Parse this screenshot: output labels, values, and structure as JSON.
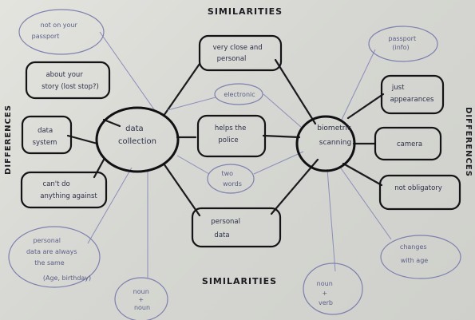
{
  "headings": {
    "similarities_top": "SIMILARITIES",
    "similarities_bottom": "SIMILARITIES",
    "differences_left": "DIFFERENCES",
    "differences_right": "DIFFERENCES"
  },
  "hubs": {
    "left": "data collection",
    "right": "biometric scanning"
  },
  "boxes": {
    "about_your_story": "about your story (lost stop?)",
    "data_system": "data system",
    "cant_do_anything": "can't do anything against",
    "very_close_personal": "very close and personal",
    "helps_police": "helps the police",
    "personal_data": "personal data",
    "just_appearances": "just appearances",
    "camera": "camera",
    "not_obligatory": "not obligatory"
  },
  "ovals": {
    "not_on_passport": "not on your passport",
    "personal_data_always_same": "personal data are always the same",
    "age_birthday": "(Age, birthday)",
    "noun_noun": "noun + noun",
    "electronic": "electronic",
    "two_words": "two words",
    "passport_info": "passport (info)",
    "changes_with_age": "changes with age",
    "noun_verb": "noun + verb"
  }
}
